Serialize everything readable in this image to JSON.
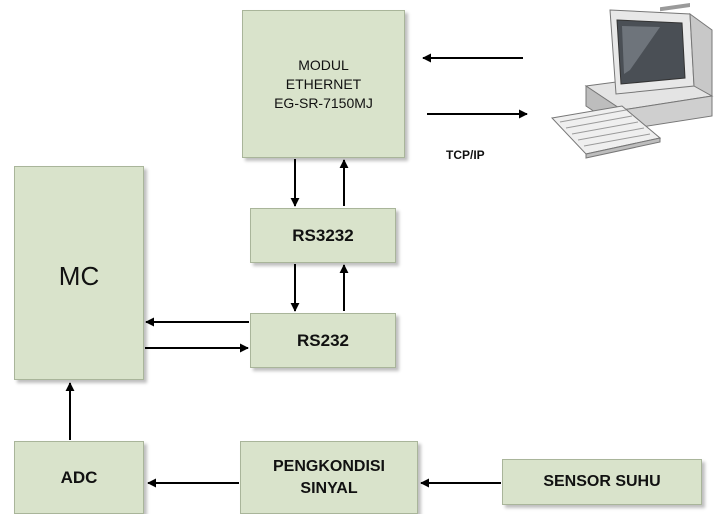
{
  "blocks": {
    "modul": [
      "MODUL",
      "ETHERNET",
      "EG-SR-7150MJ"
    ],
    "mc": "MC",
    "rs3232": "RS3232",
    "rs232": "RS232",
    "adc": "ADC",
    "pengkondisi": [
      "PENGKONDISI",
      "SINYAL"
    ],
    "sensor": "SENSOR SUHU"
  },
  "labels": {
    "tcp": "TCP/IP"
  },
  "icons": {
    "computer": "desktop-computer-icon"
  },
  "colors": {
    "box_fill": "#d9e3cb",
    "box_border": "#a9b59a",
    "arrow": "#000000"
  }
}
